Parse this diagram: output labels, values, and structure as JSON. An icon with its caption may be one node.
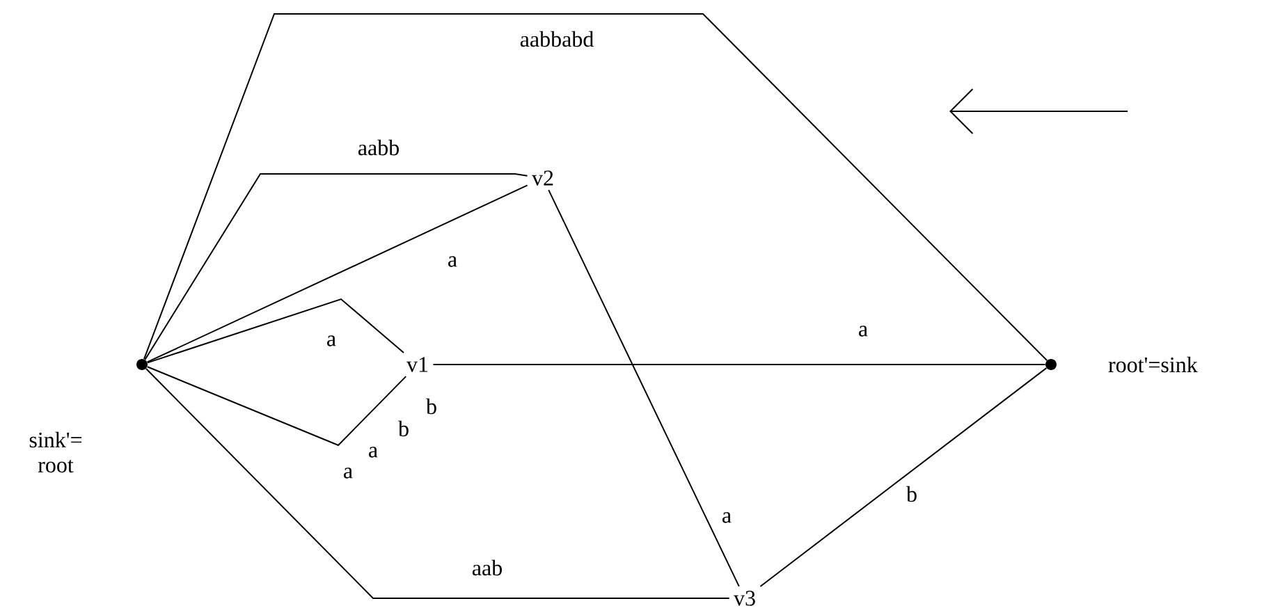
{
  "diagram": {
    "nodes": [
      {
        "text": [],
        "shape": "circle",
        "beside": [
          "sink'= root"
        ]
      },
      {
        "text": [
          "v1"
        ]
      },
      {
        "text": [
          "v2"
        ]
      },
      {
        "text": [
          "v3"
        ]
      },
      {
        "text": [],
        "shape": "circle",
        "beside": [
          "root'=sink"
        ]
      }
    ],
    "edges": [
      {
        "from": 0,
        "to": 4,
        "arrow": "none",
        "label": "aabbabd"
      },
      {
        "from": 0,
        "to": 2,
        "arrow": "none",
        "label": "aabb"
      },
      {
        "from": 0,
        "to": 2,
        "arrow": "none",
        "label": "a"
      },
      {
        "from": 0,
        "to": 1,
        "arrow": "none",
        "label": "a"
      },
      {
        "from": 0,
        "to": 1,
        "arrow": "none"
      },
      {
        "from": 0,
        "to": 3,
        "arrow": "none",
        "label": "aab"
      },
      {
        "from": 1,
        "to": 4,
        "arrow": "none",
        "label": "a"
      },
      {
        "from": 2,
        "to": 3,
        "arrow": "none",
        "label": "a"
      },
      {
        "from": 3,
        "to": 4,
        "arrow": "none",
        "label": "b"
      }
    ],
    "labels": [
      "a",
      "a",
      "b",
      "b"
    ]
  }
}
